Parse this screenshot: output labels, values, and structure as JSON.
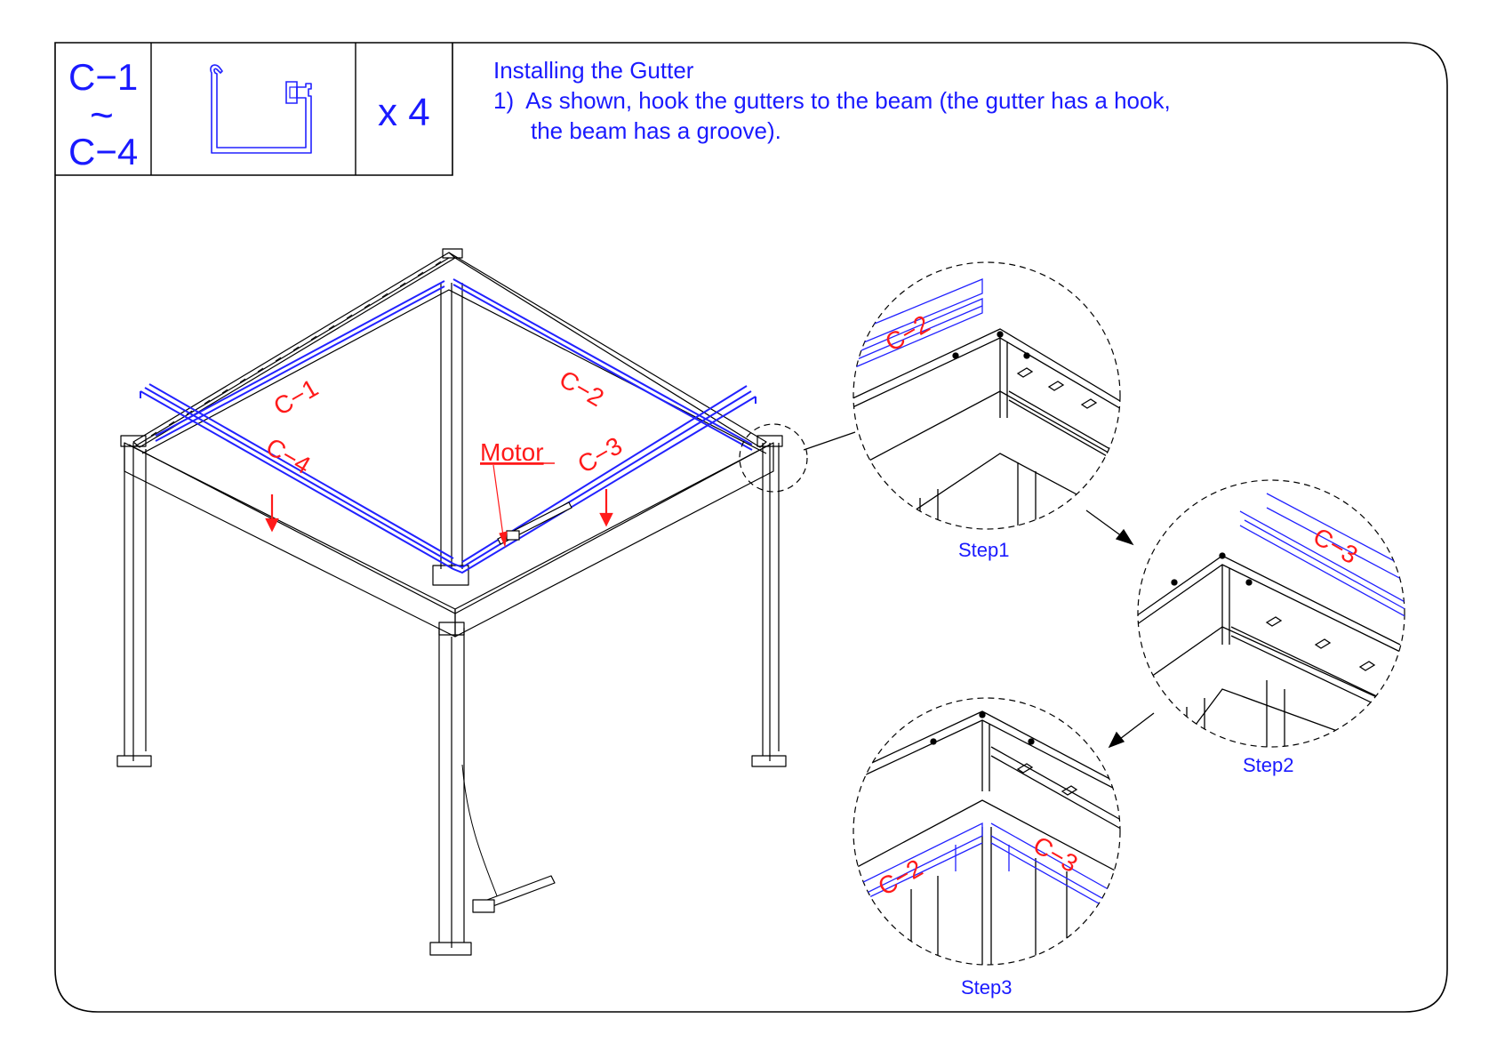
{
  "part": {
    "code_from": "C−1",
    "range_symbol": "~",
    "code_to": "C−4",
    "quantity": "x 4",
    "icon": "gutter-profile-icon"
  },
  "instructions": {
    "title": "Installing the Gutter",
    "line1": "1)  As shown, hook the gutters to the beam (the gutter has a hook,",
    "line2": "the beam has a groove)."
  },
  "main_figure": {
    "labels": {
      "c1": "C−1",
      "c2": "C−2",
      "c3": "C−3",
      "c4": "C−4",
      "motor": "Motor"
    }
  },
  "details": {
    "step1": {
      "label": "Step1",
      "part": "C−2"
    },
    "step2": {
      "label": "Step2",
      "part": "C−3"
    },
    "step3": {
      "label": "Step3",
      "part_left": "C−2",
      "part_right": "C−3"
    }
  },
  "colors": {
    "text_blue": "#1a1aff",
    "gutter_blue": "#2222ff",
    "label_red": "#ff1a1a",
    "line": "#000000"
  }
}
